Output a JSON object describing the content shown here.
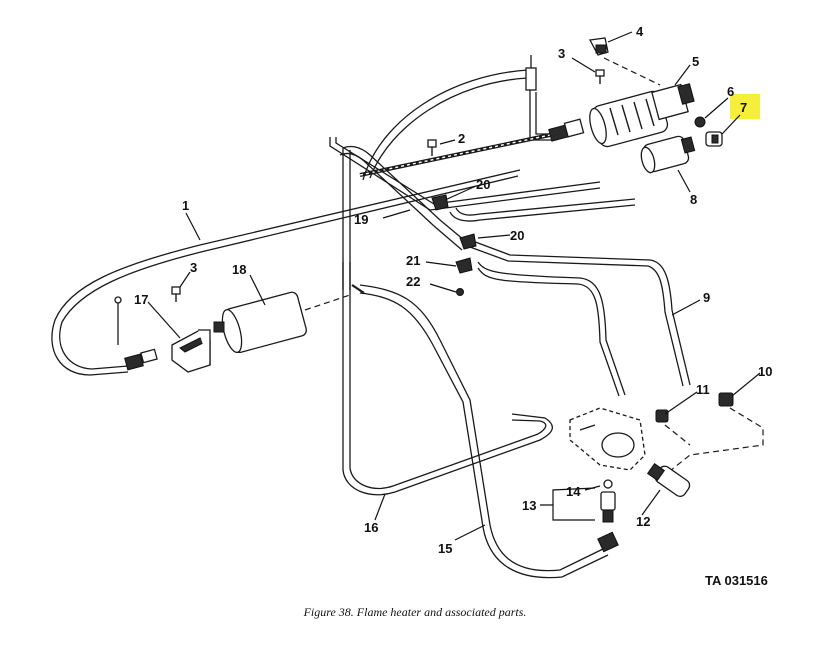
{
  "callouts": {
    "c1": "1",
    "c2": "2",
    "c3a": "3",
    "c3b": "3",
    "c4": "4",
    "c5": "5",
    "c6": "6",
    "c7": "7",
    "c8": "8",
    "c9": "9",
    "c10": "10",
    "c11": "11",
    "c12": "12",
    "c13": "13",
    "c14": "14",
    "c15": "15",
    "c16": "16",
    "c17": "17",
    "c18": "18",
    "c19": "19",
    "c20a": "20",
    "c20b": "20",
    "c21": "21",
    "c22": "22"
  },
  "figure_id": "TA 031516",
  "caption": "Figure 38.  Flame heater and associated parts.",
  "highlight_color": "#f5ee3a"
}
